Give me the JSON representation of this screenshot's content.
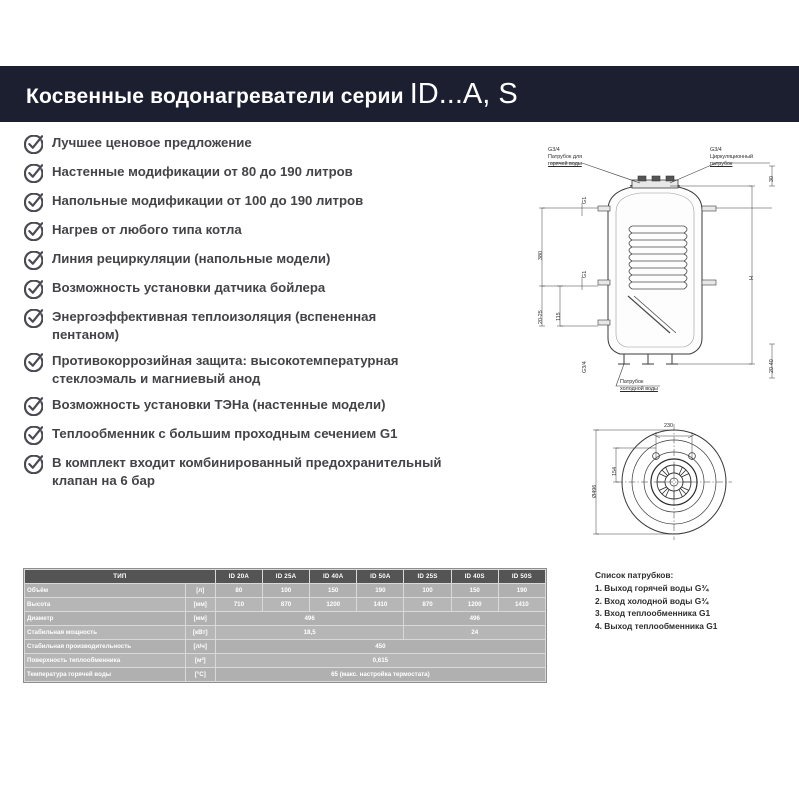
{
  "header": {
    "title_prefix": "Косвенные водонагреватели серии",
    "model": "ID...A, S"
  },
  "features": [
    {
      "icon": "check-circle-icon",
      "label": "Лучшее ценовое предложение"
    },
    {
      "icon": "check-circle-icon",
      "label": "Настенные модификации от 80 до 190 литров"
    },
    {
      "icon": "check-circle-icon",
      "label": "Напольные модификации от 100 до 190 литров"
    },
    {
      "icon": "check-circle-icon",
      "label": "Нагрев от любого типа котла"
    },
    {
      "icon": "check-circle-icon",
      "label": "Линия рециркуляции (напольные модели)"
    },
    {
      "icon": "check-circle-icon",
      "label": "Возможность установки датчика бойлера"
    },
    {
      "icon": "check-circle-icon",
      "label": "Энергоэффективная теплоизоляция (вспененная пентаном)"
    },
    {
      "icon": "check-circle-icon",
      "label": "Противокоррозийная защита: высокотемпературная стеклоэмаль и магниевый анод"
    },
    {
      "icon": "check-circle-icon",
      "label": "Возможность установки ТЭНа (настенные модели)"
    },
    {
      "icon": "check-circle-icon",
      "label": "Теплообменник с большим проходным сечением G1"
    },
    {
      "icon": "check-circle-icon",
      "label": "В комплект входит комбинированный предохранительный клапан на 6 бар"
    }
  ],
  "spec_table": {
    "type_header": "ТИП",
    "models": [
      "ID 20A",
      "ID 25A",
      "ID 40A",
      "ID 50A",
      "ID 25S",
      "ID 40S",
      "ID 50S"
    ],
    "rows": [
      {
        "name": "Объём",
        "unit": "[л]",
        "values": [
          "80",
          "100",
          "150",
          "190",
          "100",
          "150",
          "190"
        ]
      },
      {
        "name": "Высота",
        "unit": "[мм]",
        "values": [
          "710",
          "870",
          "1200",
          "1410",
          "870",
          "1200",
          "1410"
        ]
      },
      {
        "name": "Диаметр",
        "unit": "[мм]",
        "group_values": [
          "496",
          "496"
        ]
      },
      {
        "name": "Стабильная мощность",
        "unit": "[кВт]",
        "group_values": [
          "18,5",
          "24"
        ]
      },
      {
        "name": "Стабильная производительность",
        "unit": "[л/ч]",
        "span_value": "450"
      },
      {
        "name": "Поверхность теплообменника",
        "unit": "[м²]",
        "span_value": "0,615"
      },
      {
        "name": "Температура горячей воды",
        "unit": "[°С]",
        "span_value": "65 (макс. настройка термостата)"
      }
    ]
  },
  "nozzle_list": {
    "title": "Список патрубков:",
    "items": [
      "1. Выход горячей воды G¾",
      "2. Вход холодной воды G¾",
      "3. Вход теплообменника G1",
      "4. Выход теплообменника G1"
    ]
  },
  "drawing_top": {
    "callout_hot_size": "G3/4",
    "callout_hot_line1": "Патрубок для",
    "callout_hot_line2": "горячей воды",
    "callout_circ_size": "G3/4",
    "callout_circ_line1": "Циркуляционный",
    "callout_circ_line2": "патрубок",
    "callout_cold_line1": "Патрубок",
    "callout_cold_line2": "холодной воды",
    "port_g1_upper": "G1",
    "port_g1_lower": "G1",
    "port_g34": "G3/4",
    "dim_380": "380",
    "dim_2025": "20-25",
    "dim_115": "115",
    "dim_H": "H",
    "dim_30": "30",
    "dim_2040": "20-40"
  },
  "drawing_bottom": {
    "dim_230": "230",
    "dim_154": "154",
    "dim_diameter": "Ø496"
  },
  "colors": {
    "header_band": "#1b1f30",
    "table_header": "#545454",
    "table_body": "#b3b3b3",
    "text_dark": "#444448"
  }
}
